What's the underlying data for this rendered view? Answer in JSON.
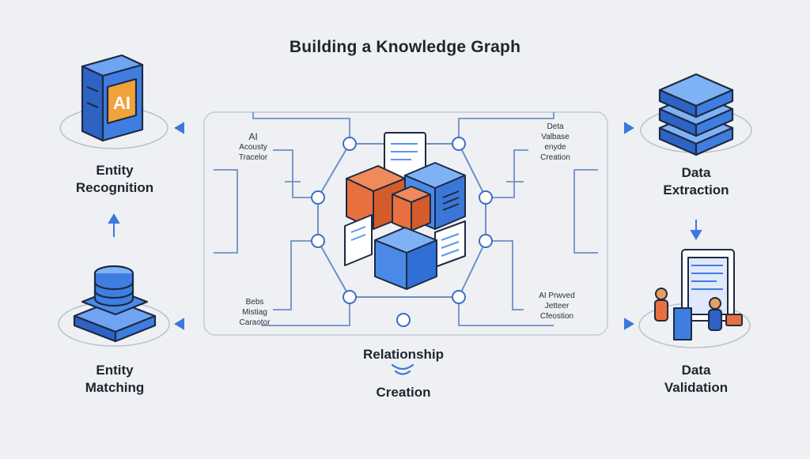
{
  "title": "Building a Knowledge Graph",
  "stages": {
    "entity_recognition": {
      "line1": "Entity",
      "line2": "Recognition"
    },
    "data_extraction": {
      "line1": "Data",
      "line2": "Extraction"
    },
    "entity_matching": {
      "line1": "Entity",
      "line2": "Matching"
    },
    "data_validation": {
      "line1": "Data",
      "line2": "Validation"
    },
    "relationship_creation": {
      "line1": "Relationship",
      "line2": "Creation"
    }
  },
  "inner_notes": {
    "top_left": [
      "AI",
      "Acousty",
      "Tracelor"
    ],
    "top_right": [
      "Deta",
      "Valbase",
      "enyde",
      "Creation"
    ],
    "bottom_left": [
      "Bebs",
      "Mistiag",
      "Caraotor"
    ],
    "bottom_right": [
      "AI Prwved",
      "Jetteer",
      "Cfeostion"
    ]
  },
  "icons": {
    "server": "ai-server-icon",
    "server_badge": "AI",
    "database": "database-stack-icon",
    "matching": "matching-database-icon",
    "validation": "people-validation-icon",
    "cube": "knowledge-cube-icon"
  },
  "colors": {
    "background": "#eef0f3",
    "primary_blue": "#2f6fd6",
    "light_blue": "#5b97ee",
    "orange": "#e8703e",
    "ring": "#c8cdd6",
    "line": "#6f8fc7"
  }
}
